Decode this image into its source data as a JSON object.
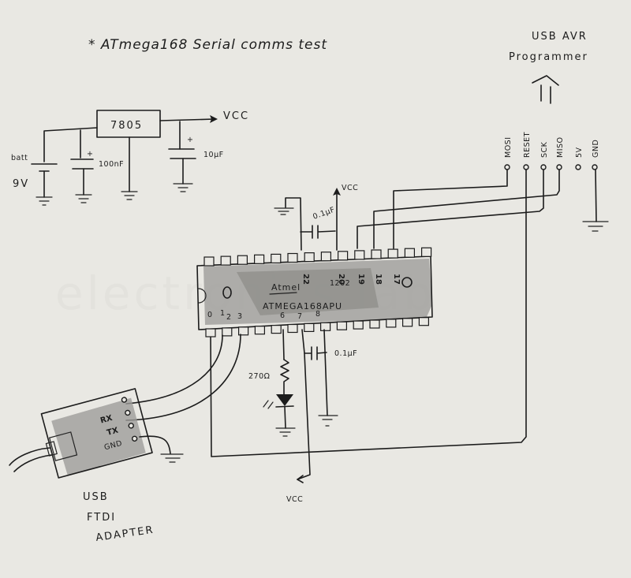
{
  "title": "* ATmega168  Serial comms test",
  "watermark": "electronics lab",
  "power_supply": {
    "regulator_label": "7805",
    "battery_label_line1": "batt",
    "battery_label_line2": "9V",
    "input_cap_label": "100nF",
    "input_cap_polarity": "+",
    "output_cap_label": "10µF",
    "output_cap_polarity": "+",
    "output_net": "VCC"
  },
  "programmer": {
    "title_line1": "USB AVR",
    "title_line2": "Programmer",
    "arrow_icon": "up-arrow",
    "pins": [
      "MOSI",
      "RESET",
      "SCK",
      "MISO",
      "5V",
      "GND"
    ]
  },
  "microcontroller": {
    "brand": "Atmel",
    "part": "ATMEGA168APU",
    "date_code": "1202",
    "top_pin_labels": [
      "22",
      "20",
      "19",
      "18",
      "17"
    ],
    "bottom_pin_labels": [
      "0",
      "1",
      "2",
      "3",
      "6",
      "7",
      "8"
    ],
    "decoupling_cap_top": "0.1µF",
    "top_vcc_net": "VCC",
    "decoupling_cap_bottom": "0.1µF",
    "bottom_vcc_net": "VCC"
  },
  "led_circuit": {
    "resistor_label": "270Ω"
  },
  "ftdi": {
    "pins": [
      "RX",
      "TX",
      "GND"
    ],
    "label_line1": "USB",
    "label_line2": "FTDI",
    "label_line3": "ADAPTER"
  }
}
